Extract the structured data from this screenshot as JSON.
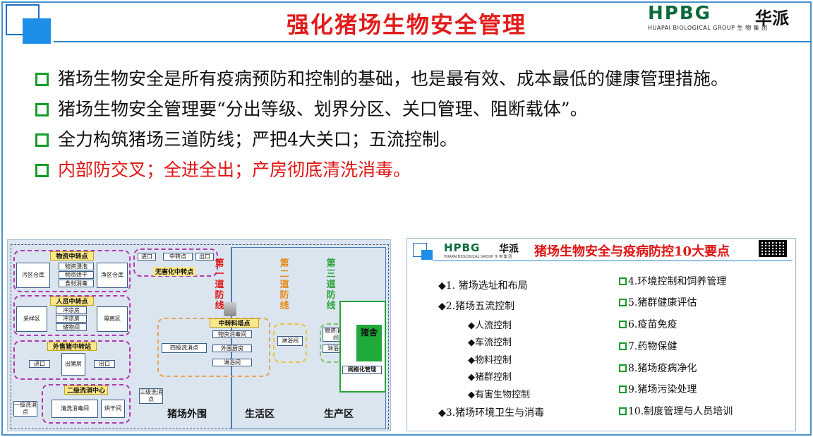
{
  "header": {
    "title": "强化猪场生物安全管理",
    "logo_text": "HPBG",
    "logo_cn": "华派",
    "logo_sub": "HUAPAI BIOLOGICAL GROUP  生 物 集 团"
  },
  "bullets": [
    {
      "text": "猪场生物安全是所有疫病预防和控制的基础，也是最有效、成本最低的健康管理措施。"
    },
    {
      "text": "猪场生物安全管理要“分出等级、划界分区、关口管理、阻断载体”。"
    },
    {
      "text": "全力构筑猪场三道防线；严把4大关口；五流控制。"
    },
    {
      "text": "内部防交叉；全进全出；产房彻底清洗消毒。"
    }
  ],
  "diagram": {
    "material_center": "物资中转点",
    "dirty_warehouse": "污区仓库",
    "clean_warehouse": "净区仓库",
    "m1": "物资浸泡",
    "m2": "物资烘干",
    "m3": "食材消毒",
    "staff_center": "人员中转点",
    "sampling": "采样区",
    "isolation": "隔离区",
    "s1": "冲凉房",
    "s2": "冲凉房",
    "s3": "储物间",
    "pig_station": "外售猪中转站",
    "entrance": "进口",
    "loading": "出猪房",
    "exit": "出口",
    "wash_center": "二级洗消中心",
    "first_wash": "一级洗消点",
    "wash_room": "清洗消毒间",
    "dry_room": "烘干间",
    "third_wash": "三级洗消点",
    "top_in": "进口",
    "top_mid": "中转点",
    "top_out": "出口",
    "harmless": "无害化中转点",
    "line1": "第一道防线",
    "line2": "第二道防线",
    "line3": "第三道防线",
    "feed_tower": "中转料塔点",
    "disinfect_point": "四级洗消点",
    "r1": "物资消毒间",
    "r2": "外围厨房",
    "r3": "淋浴间",
    "shower2": "淋浴间",
    "r4": "物资消毒间",
    "r5": "淋浴间",
    "barn": "猪舍",
    "grid": "网格化管理",
    "zone_outer": "猪场外围",
    "zone_living": "生活区",
    "zone_production": "生产区"
  },
  "panel": {
    "logo_text": "HPBG",
    "logo_cn": "华派",
    "logo_sub": "HUAPAI BIOLOGICAL GROUP 生 物 集 团",
    "title": "猪场生物安全与疫病防控10大要点",
    "left": [
      "◆1. 猪场选址和布局",
      "◆2.猪场五流控制",
      "◆人流控制",
      "◆车流控制",
      "◆物料控制",
      "◆猪群控制",
      "◆有害生物控制",
      "◆3.猪场环境卫生与消毒"
    ],
    "right": [
      "4.环境控制和饲养管理",
      "5.猪群健康评估",
      "6.疫苗免疫",
      "7.药物保健",
      "8.猪场疫病净化",
      "9.猪场污染处理",
      "10.制度管理与人员培训"
    ]
  }
}
